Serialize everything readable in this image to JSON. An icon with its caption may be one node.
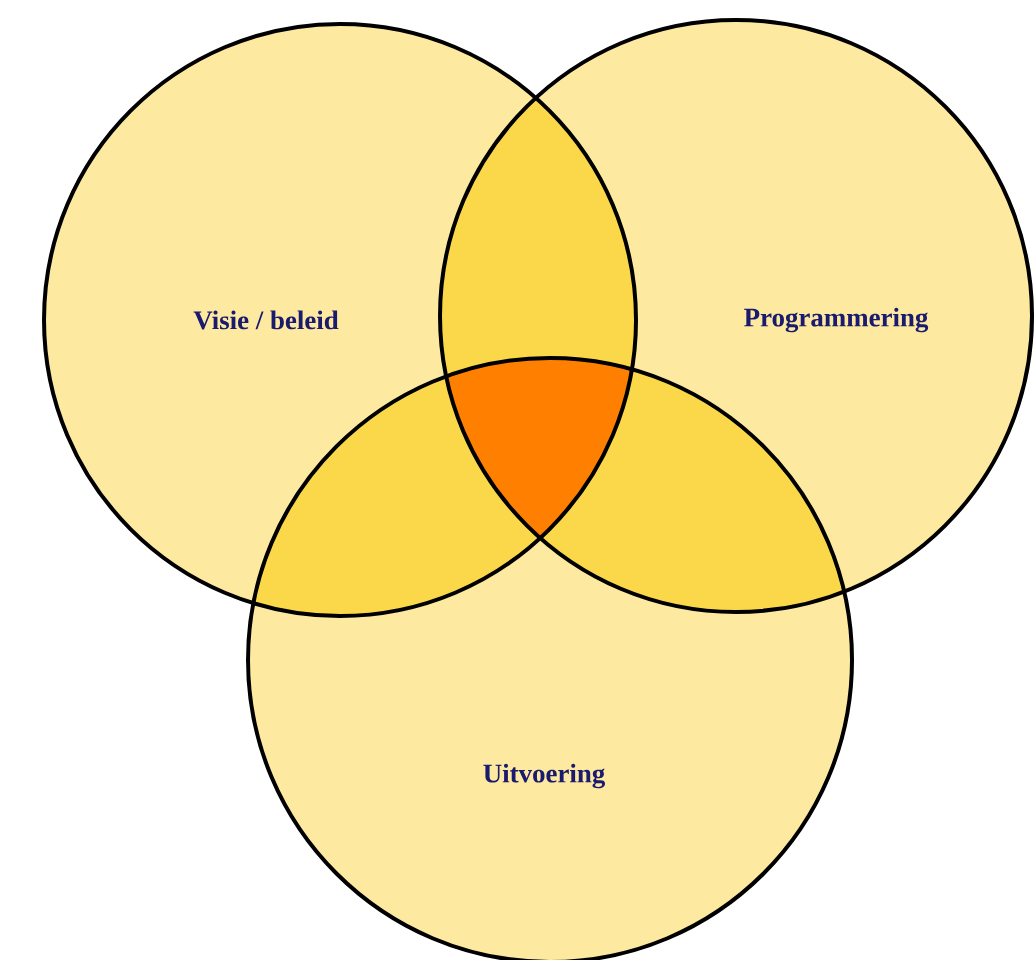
{
  "diagram": {
    "nodes": [
      {
        "text": [
          "Visie / beleid"
        ]
      },
      {
        "text": [
          "Programmering"
        ]
      },
      {
        "text": [
          "Uitvoering"
        ]
      }
    ]
  }
}
